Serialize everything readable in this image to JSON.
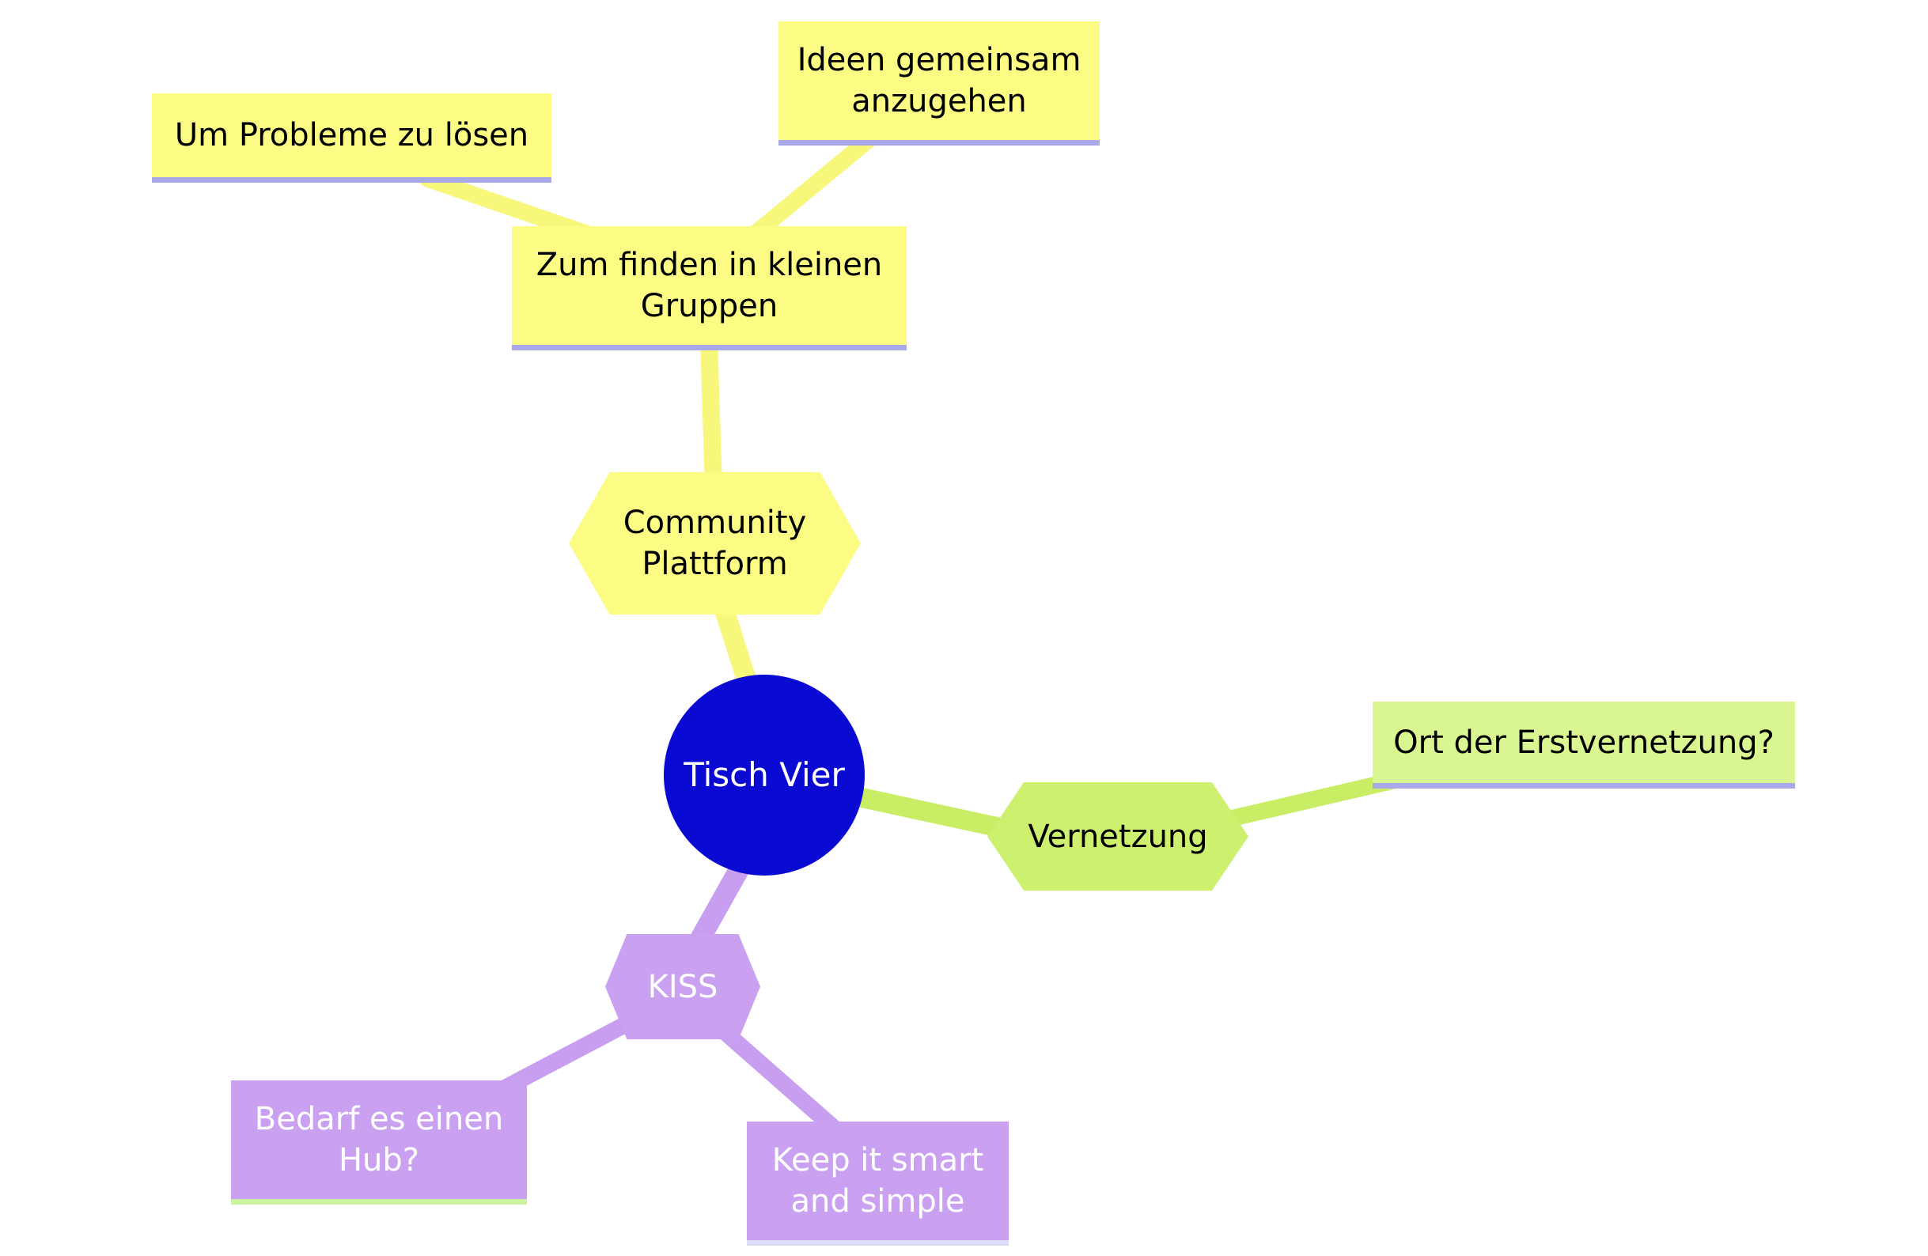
{
  "mindmap": {
    "nodes": {
      "root": {
        "label": "Tisch Vier"
      },
      "community": {
        "label": "Community Plattform"
      },
      "zum_finden": {
        "label": "Zum finden in kleinen Gruppen"
      },
      "um_probleme": {
        "label": "Um Probleme zu lösen"
      },
      "ideen": {
        "label": "Ideen gemeinsam anzugehen"
      },
      "vernetzung": {
        "label": "Vernetzung"
      },
      "ort": {
        "label": "Ort der Erstvernetzung?"
      },
      "kiss": {
        "label": "KISS"
      },
      "bedarf": {
        "label": "Bedarf es einen Hub?"
      },
      "keep": {
        "label": "Keep it smart and simple"
      }
    },
    "colors": {
      "root_blue": "#0a0ad2",
      "branch_yellow": "#fcfc85",
      "branch_yellow_line": "#f7f77c",
      "branch_green_box": "#d9f693",
      "branch_green_hex": "#cdf06e",
      "branch_green_line": "#c9ee65",
      "branch_purple": "#c9a1f0",
      "underline_lavender": "#a9a9e9",
      "underline_green": "#cdf2a0",
      "underline_pale": "#dcdcf8",
      "text_dark": "#000000",
      "text_light": "#ffffff",
      "background": "#ffffff"
    }
  }
}
